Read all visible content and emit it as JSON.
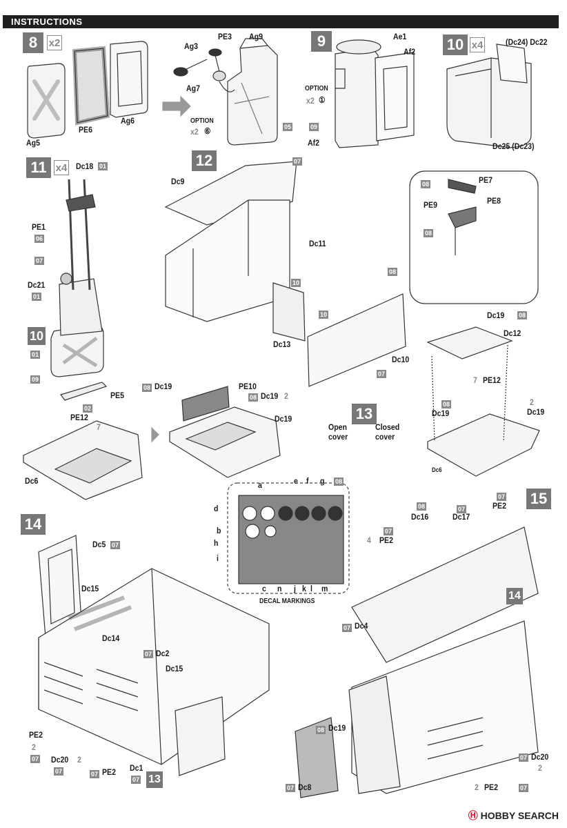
{
  "header": {
    "title": "INSTRUCTIONS"
  },
  "steps": {
    "s8": {
      "num": "8",
      "mult": "x2"
    },
    "s9": {
      "num": "9"
    },
    "s10": {
      "num": "10",
      "mult": "x4"
    },
    "s11": {
      "num": "11",
      "mult": "x4"
    },
    "s12": {
      "num": "12"
    },
    "s13": {
      "num": "13"
    },
    "s14": {
      "num": "14"
    },
    "s15": {
      "num": "15"
    }
  },
  "labels": {
    "ag5": "Ag5",
    "pe6": "PE6",
    "ag6": "Ag6",
    "pe3": "PE3",
    "ag9": "Ag9",
    "ag3": "Ag3",
    "ag7": "Ag7",
    "option": "OPTION",
    "option_x2": "x2",
    "option_circ6": "⑥",
    "c05": "05",
    "c09": "09",
    "ae1": "Ae1",
    "af2a": "Af2",
    "af2b": "Af2",
    "option9": "OPTION",
    "option9_x2": "x2",
    "option9_circ1": "①",
    "dc24": "(Dc24) Dc22",
    "dc25": "Dc25 (Dc23)",
    "dc18": "Dc18",
    "c01a": "01",
    "pe1": "PE1",
    "c06": "06",
    "c07a": "07",
    "dc21": "Dc21",
    "c01b": "01",
    "ten": "10",
    "c01c": "01",
    "c09b": "09",
    "c07_12": "07",
    "dc9": "Dc9",
    "dc11": "Dc11",
    "c10a": "10",
    "c10b": "10",
    "dc13": "Dc13",
    "c08a": "08",
    "dc10": "Dc10",
    "c07b": "07",
    "c08_pe7": "08",
    "pe7": "PE7",
    "pe8": "PE8",
    "pe9": "PE9",
    "c08_pe9": "08",
    "dc19_12": "Dc19",
    "c08_12": "08",
    "dc12": "Dc12",
    "pe12_r": "PE12",
    "c7r": "7",
    "c08_r": "08",
    "dc19_r": "Dc19",
    "c2_r": "2",
    "dc19_r2": "Dc19",
    "dc6_r": "Dc6",
    "pe5": "PE5",
    "c02": "02",
    "pe12_l": "PE12",
    "c7l": "7",
    "dc6": "Dc6",
    "c08_m": "08",
    "dc19_m": "Dc19",
    "pe10": "PE10",
    "c08_m2": "08",
    "dc19_m2": "Dc19",
    "c2_m": "2",
    "dc19_m3": "Dc19",
    "open_cover": "Open\ncover",
    "closed_cover": "Closed\ncover",
    "dc5": "Dc5",
    "c07_dc5": "07",
    "dc15a": "Dc15",
    "dc14": "Dc14",
    "c07_dc2": "07",
    "dc2": "Dc2",
    "dc15b": "Dc15",
    "pe2_14": "PE2",
    "c2_14": "2",
    "c07_14": "07",
    "dc20_14": "Dc20",
    "c2_dc20": "2",
    "c07_dc20": "07",
    "c07_pe2": "07",
    "pe2_14b": "PE2",
    "dc1": "Dc1",
    "c07_dc1": "07",
    "thirteen": "13",
    "c08_dc16": "08",
    "dc16": "Dc16",
    "c07_dc17": "07",
    "dc17": "Dc17",
    "c07_pe2r": "07",
    "pe2_r": "PE2",
    "c07_pe2r2": "07",
    "c4": "4",
    "pe2_r2": "PE2",
    "c07_dc4": "07",
    "dc4": "Dc4",
    "fourteen": "14",
    "c08_dc19b": "08",
    "dc19_b": "Dc19",
    "c07_dc8": "07",
    "dc8": "Dc8",
    "pe2_r3": "PE2",
    "c2_pe2r3": "2",
    "c07_pe2r3": "07",
    "c07_dc20b": "07",
    "dc20_b": "Dc20",
    "c2_dc20b": "2"
  },
  "decal": {
    "title": "DECAL MARKINGS",
    "letters_top": [
      "a",
      "e",
      "f",
      "g"
    ],
    "letters_left": [
      "d",
      "b",
      "h",
      "i"
    ],
    "letters_bottom": [
      "c",
      "n",
      "j",
      "k",
      "l",
      "m"
    ],
    "c08": "08"
  },
  "watermark": {
    "prefix": "Ⓗ",
    "brand": "HOBBY",
    "suffix": "SEARCH"
  }
}
